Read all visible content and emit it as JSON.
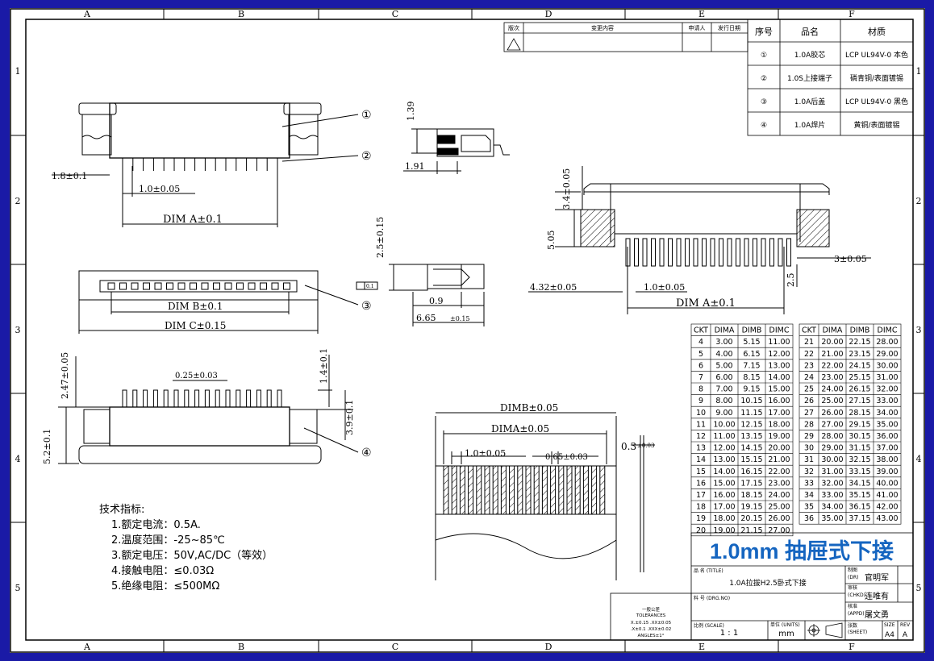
{
  "zones": {
    "cols_top": [
      "A",
      "B",
      "C",
      "D",
      "E",
      "F"
    ],
    "cols_bottom": [
      "A",
      "B",
      "C",
      "D",
      "E",
      "F"
    ],
    "rows": [
      "1",
      "2",
      "3",
      "4",
      "5"
    ]
  },
  "revision_block": {
    "headers": [
      "版次",
      "变更内容",
      "申请人",
      "发行日期"
    ]
  },
  "parts_table": {
    "headers": [
      "序号",
      "品名",
      "材质"
    ],
    "rows": [
      {
        "no": "①",
        "name": "1.0A胶芯",
        "material": "LCP UL94V-0 本色"
      },
      {
        "no": "②",
        "name": "1.0S上接端子",
        "material": "磷青铜/表面镀锡"
      },
      {
        "no": "③",
        "name": "1.0A后盖",
        "material": "LCP UL94V-0 黑色"
      },
      {
        "no": "④",
        "name": "1.0A焊片",
        "material": "黄铜/表面镀锡"
      }
    ]
  },
  "callouts": {
    "c1": "①",
    "c2": "②",
    "c3": "③",
    "c4": "④"
  },
  "dims": {
    "d_1_8": "1.8±0.1",
    "d_pitch_a": "1.0±0.05",
    "d_dima_a": "DIM A±0.1",
    "d_1_39": "1.39",
    "d_1_91": "1.91",
    "d_2_5": "2.5±0.15",
    "d_0_1": "0.1",
    "d_0_9": "0.9",
    "d_6_65": "6.65",
    "d_6_65_tol": "±0.15",
    "d_dimb": "DIM B±0.1",
    "d_dimc": "DIM C±0.15",
    "d_3_4": "3.4±0.05",
    "d_5_05": "5.05",
    "d_3_05": "3±0.05",
    "d_2_5b": "2.5",
    "d_4_32": "4.32±0.05",
    "d_pitch_b": "1.0±0.05",
    "d_dima_b": "DIM A±0.1",
    "d_2_47": "2.47±0.05",
    "d_0_25": "0.25±0.03",
    "d_1_4": "1.4±0.1",
    "d_3_9": "3.9±0.1",
    "d_5_2": "5.2±0.1",
    "d_dimb2": "DIMB±0.05",
    "d_dima2": "DIMA±0.05",
    "d_pitch_c": "1.0±0.05",
    "d_0_65": "0.65±0.03",
    "d_0_3": "0.3",
    "d_0_3_tol": "±0.03"
  },
  "tech": {
    "title": "技术指标:",
    "items": [
      "1.额定电流：0.5A.",
      "2.温度范围：-25~85℃",
      "3.额定电压：50V,AC/DC（等效）",
      "4.接触电阻：≤0.03Ω",
      "5.绝缘电阻：≤500MΩ"
    ]
  },
  "dim_table": {
    "headers": [
      "CKT",
      "DIMA",
      "DIMB",
      "DIMC"
    ],
    "left": [
      [
        "4",
        "3.00",
        "5.15",
        "11.00"
      ],
      [
        "5",
        "4.00",
        "6.15",
        "12.00"
      ],
      [
        "6",
        "5.00",
        "7.15",
        "13.00"
      ],
      [
        "7",
        "6.00",
        "8.15",
        "14.00"
      ],
      [
        "8",
        "7.00",
        "9.15",
        "15.00"
      ],
      [
        "9",
        "8.00",
        "10.15",
        "16.00"
      ],
      [
        "10",
        "9.00",
        "11.15",
        "17.00"
      ],
      [
        "11",
        "10.00",
        "12.15",
        "18.00"
      ],
      [
        "12",
        "11.00",
        "13.15",
        "19.00"
      ],
      [
        "13",
        "12.00",
        "14.15",
        "20.00"
      ],
      [
        "14",
        "13.00",
        "15.15",
        "21.00"
      ],
      [
        "15",
        "14.00",
        "16.15",
        "22.00"
      ],
      [
        "16",
        "15.00",
        "17.15",
        "23.00"
      ],
      [
        "17",
        "16.00",
        "18.15",
        "24.00"
      ],
      [
        "18",
        "17.00",
        "19.15",
        "25.00"
      ],
      [
        "19",
        "18.00",
        "20.15",
        "26.00"
      ],
      [
        "20",
        "19.00",
        "21.15",
        "27.00"
      ]
    ],
    "right": [
      [
        "21",
        "20.00",
        "22.15",
        "28.00"
      ],
      [
        "22",
        "21.00",
        "23.15",
        "29.00"
      ],
      [
        "23",
        "22.00",
        "24.15",
        "30.00"
      ],
      [
        "24",
        "23.00",
        "25.15",
        "31.00"
      ],
      [
        "25",
        "24.00",
        "26.15",
        "32.00"
      ],
      [
        "26",
        "25.00",
        "27.15",
        "33.00"
      ],
      [
        "27",
        "26.00",
        "28.15",
        "34.00"
      ],
      [
        "28",
        "27.00",
        "29.15",
        "35.00"
      ],
      [
        "29",
        "28.00",
        "30.15",
        "36.00"
      ],
      [
        "30",
        "29.00",
        "31.15",
        "37.00"
      ],
      [
        "31",
        "30.00",
        "32.15",
        "38.00"
      ],
      [
        "32",
        "31.00",
        "33.15",
        "39.00"
      ],
      [
        "33",
        "32.00",
        "34.15",
        "40.00"
      ],
      [
        "34",
        "33.00",
        "35.15",
        "41.00"
      ],
      [
        "35",
        "34.00",
        "36.15",
        "42.00"
      ],
      [
        "36",
        "35.00",
        "37.15",
        "43.00"
      ]
    ]
  },
  "title_block": {
    "big_title": "1.0mm 抽屉式下接",
    "name_label": "品 名 (TITLE)",
    "name_value": "1.0A拉拔H2.5卧式下接",
    "drw_label": "料 号 (DRG.NO)",
    "drawn_label": "制图",
    "drawn_sub": "(DR)",
    "drawn_name": "官明军",
    "checked_label": "审核",
    "checked_sub": "(CHKD)",
    "checked_name": "连唯有",
    "approved_label": "核准",
    "approved_sub": "(APPD)",
    "approved_name": "屠文勇",
    "scale_label": "比例 (SCALE)",
    "scale_value": "1 : 1",
    "unit_label": "单位 (UNITS)",
    "unit_value": "mm",
    "sheet_label": "张数",
    "sheet_sub": "(SHEET)",
    "size_label": "SIZE",
    "size_value": "A4",
    "rev_label": "REV",
    "rev_value": "A",
    "tol_title": "一般公差",
    "tol_sub": "TOLERANCES",
    "tol_line1": "X.±0.15  .XX±0.05",
    "tol_line2": ".X±0.1  .XXX±0.02",
    "tol_line3": "ANGLES±1°"
  },
  "colors": {
    "border": "#1a1aa6",
    "title": "#1565c0",
    "ink": "#000000"
  }
}
